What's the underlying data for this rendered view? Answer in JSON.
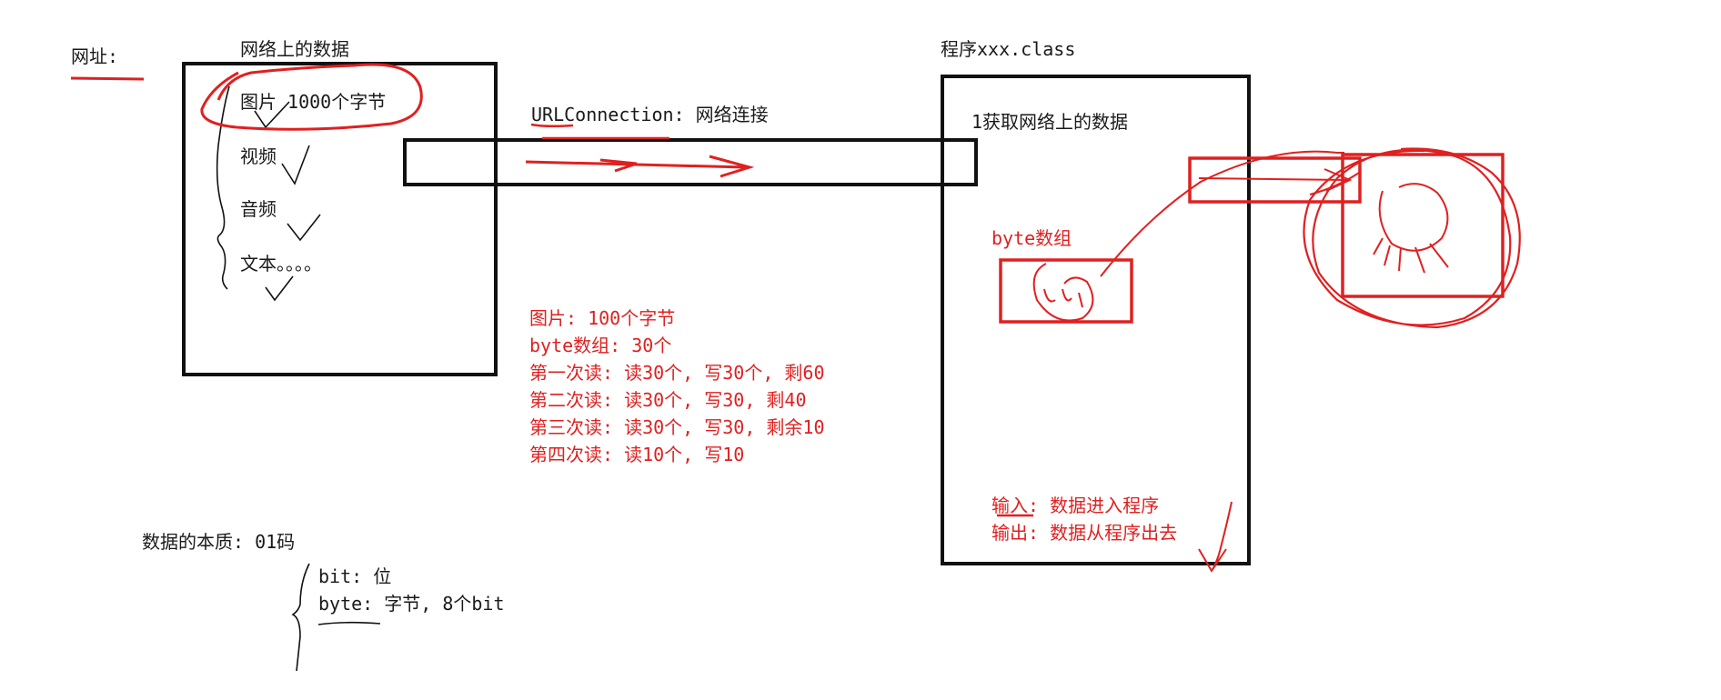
{
  "labels": {
    "url_label": "网址:",
    "network_data_title": "网络上的数据",
    "network_items": [
      "图片 1000个字节",
      "视频",
      "音频",
      "文本。。。。"
    ],
    "connection_label": "URLConnection: 网络连接",
    "program_title": "程序xxx.class",
    "program_step1": "1获取网络上的数据",
    "byte_array_label": "byte数组",
    "io_lines": [
      "输入: 数据进入程序",
      "输出: 数据从程序出去"
    ],
    "read_notes": [
      "图片: 100个字节",
      "byte数组: 30个",
      "第一次读: 读30个, 写30个, 剩60",
      "第二次读: 读30个, 写30, 剩40",
      "第三次读: 读30个, 写30, 剩余10",
      "第四次读: 读10个, 写10"
    ],
    "data_essence_title": "数据的本质: 01码",
    "data_units": [
      "bit: 位",
      "byte: 字节, 8个bit"
    ]
  },
  "colors": {
    "ink_black": "#111111",
    "ink_red": "#e02020"
  }
}
